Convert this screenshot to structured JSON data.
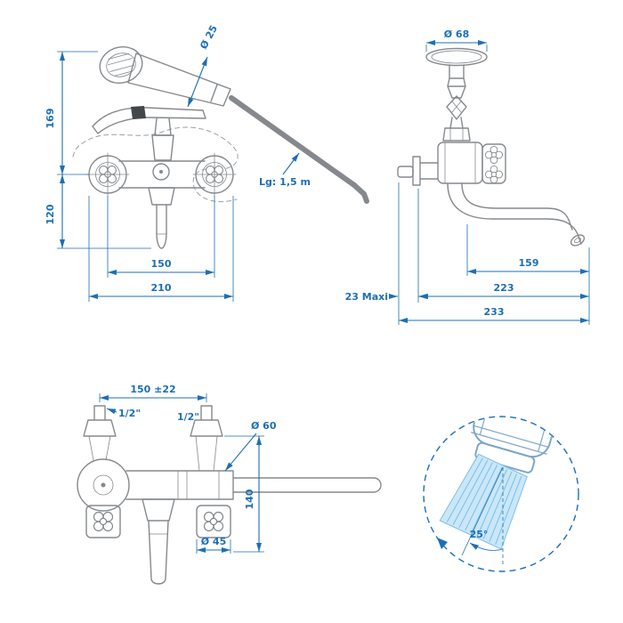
{
  "colors": {
    "dimension_blue": "#1c6fb5",
    "drawing_gray": "#85898d",
    "detail_outline": "#7ba7c9",
    "spray_fill": "#c9e7f8",
    "spray_line": "#7bbde8"
  },
  "views": {
    "front": {
      "dims": {
        "height_total": "169",
        "height_lower": "120",
        "centers_width": "150",
        "overall_width": "210",
        "handset_diameter": "Ø 25",
        "hose_length": "Lg: 1,5 m"
      }
    },
    "side": {
      "dims": {
        "flange_diameter": "Ø 68",
        "spout_reach": "159",
        "depth_to_body": "223",
        "overall_depth": "233",
        "wall_clearance": "23 Maxi"
      }
    },
    "top": {
      "dims": {
        "centers_tolerance": "150 ±22",
        "left_thread": "1/2\"",
        "right_thread": "1/2\"",
        "body_diameter": "Ø 60",
        "height": "140",
        "escutcheon_diameter": "Ø 45"
      }
    },
    "detail": {
      "spray_angle": "25°"
    }
  }
}
